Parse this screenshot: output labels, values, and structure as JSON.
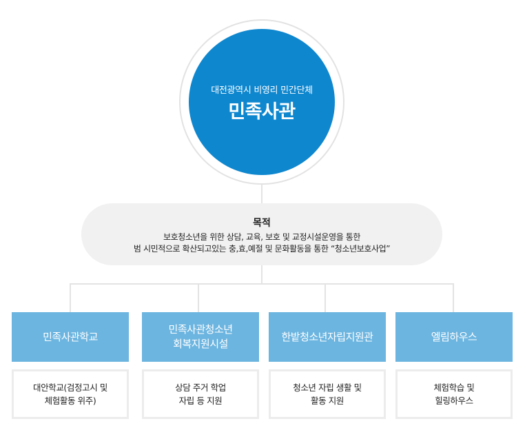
{
  "center": {
    "subtitle": "대전광역시 비영리 민간단체",
    "title": "민족사관"
  },
  "purpose": {
    "title": "목적",
    "line1": "보호청소년을 위한 상담, 교육, 보호 및 교정시설운영을 통한",
    "line2": "범 시민적으로 확산되고있는 충,효,예절 및 문화활동을 통한 “청소년보호사업”"
  },
  "programs": [
    {
      "name": [
        "민족사관학교"
      ],
      "desc": [
        "대안학교(검정고시 및",
        "체험활동 위주)"
      ]
    },
    {
      "name": [
        "민족사관청소년",
        "회복지원시설"
      ],
      "desc": [
        "상담 주거 학업",
        "자립 등 지원"
      ]
    },
    {
      "name": [
        "한밭청소년자립지원관"
      ],
      "desc": [
        "청소년 자립 생활 및",
        "활동 지원"
      ]
    },
    {
      "name": [
        "엘림하우스"
      ],
      "desc": [
        "체험학습 및",
        "힐링하우스"
      ]
    }
  ]
}
